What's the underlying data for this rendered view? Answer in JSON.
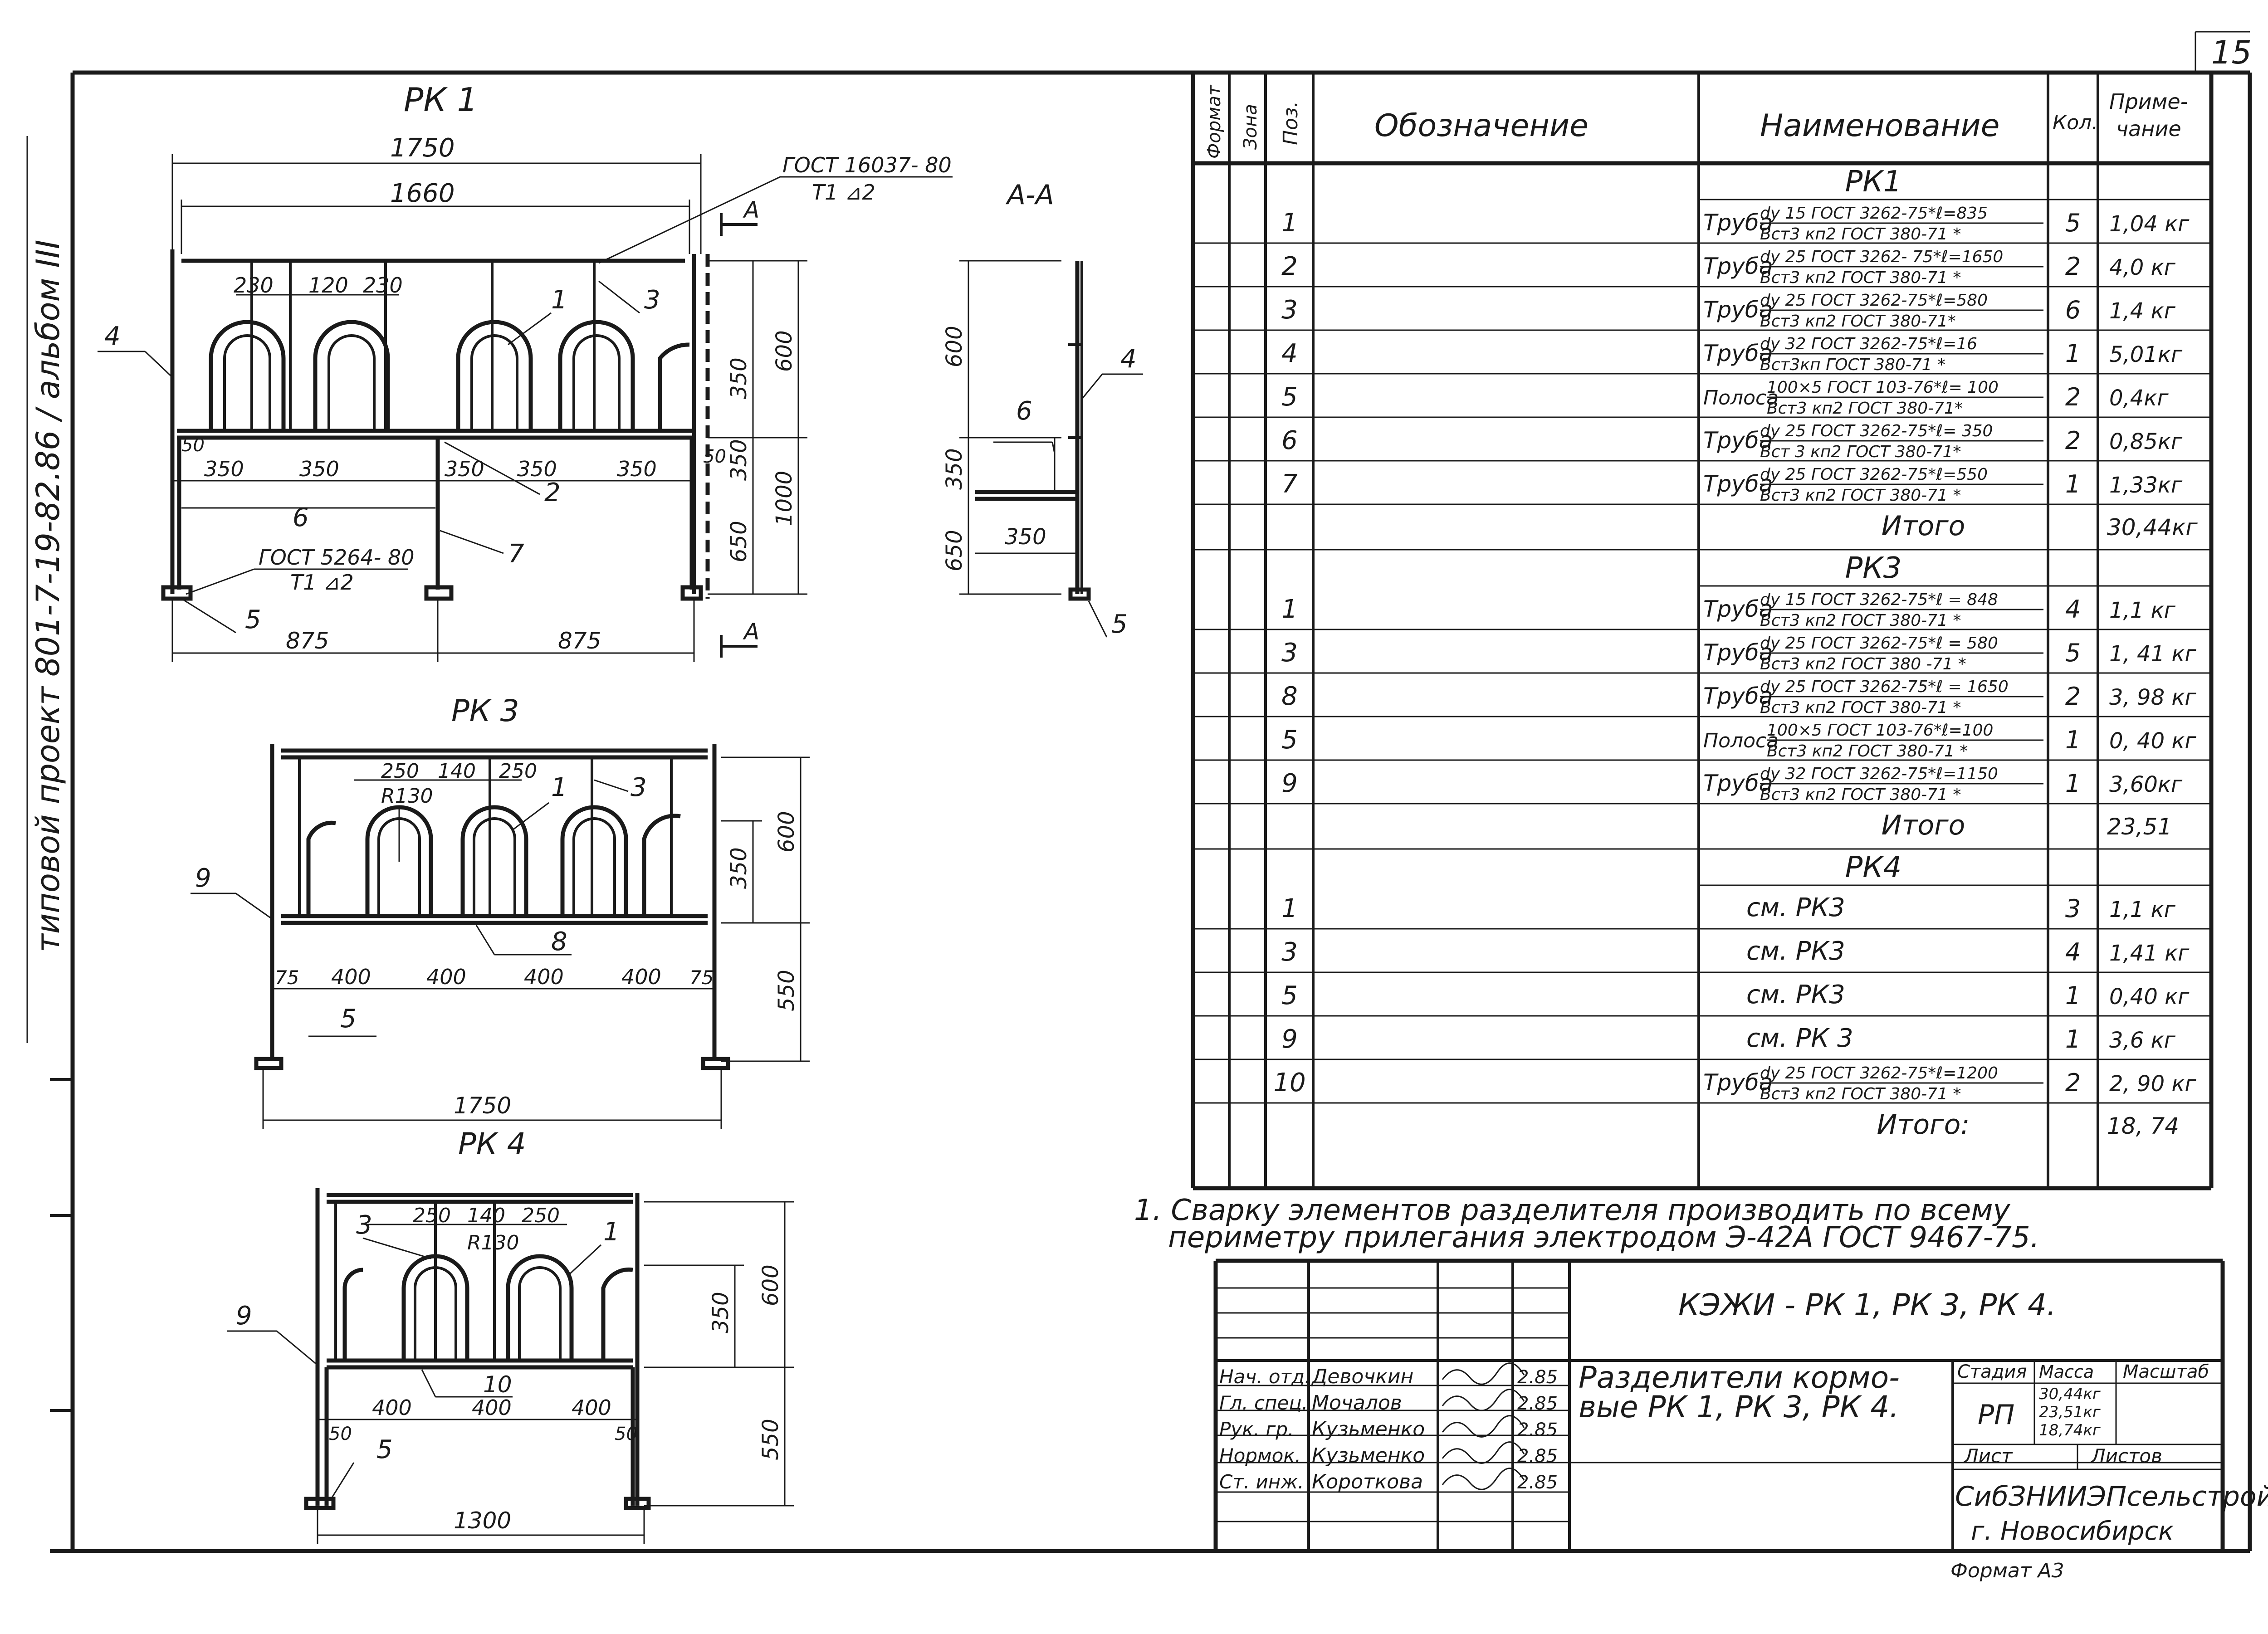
{
  "sheet_number": "15",
  "side_stamp": "типовой проект 801-7-19-82.86 / альбом III",
  "views": {
    "rk1": {
      "title": "РК 1",
      "dims_top": [
        "1750",
        "1660"
      ],
      "gost_weld_top": [
        "ГОСТ 16037- 80",
        "Т1 ⊿2"
      ],
      "dims_row1": [
        "230",
        "120",
        "230"
      ],
      "dims_row2": [
        "350",
        "350",
        "350",
        "350",
        "350"
      ],
      "dims_right": [
        "600",
        "350",
        "350",
        "1000",
        "650"
      ],
      "dims_bottom": [
        "875",
        "875"
      ],
      "dims_small": [
        "50",
        "50"
      ],
      "gost_weld_bottom": [
        "ГОСТ 5264- 80",
        "Т1 ⊿2"
      ],
      "callouts": [
        "1",
        "2",
        "3",
        "4",
        "5",
        "6",
        "7"
      ],
      "section_marks": [
        "А",
        "А"
      ]
    },
    "section_aa": {
      "title": "А-А",
      "dims": [
        "600",
        "350",
        "650",
        "350"
      ],
      "callouts": [
        "4",
        "5",
        "6"
      ]
    },
    "rk3": {
      "title": "РК 3",
      "dims_top": [
        "250",
        "140",
        "250"
      ],
      "radius": "R130",
      "dims_row": [
        "75",
        "400",
        "400",
        "400",
        "400",
        "75"
      ],
      "dims_right": [
        "600",
        "350",
        "550"
      ],
      "dim_bottom": "1750",
      "callouts": [
        "1",
        "3",
        "8",
        "9",
        "5"
      ]
    },
    "rk4": {
      "title": "РК 4",
      "dims_top": [
        "250",
        "140",
        "250"
      ],
      "radius": "R130",
      "dims_row": [
        "400",
        "400",
        "400"
      ],
      "dims_small": [
        "50",
        "50"
      ],
      "dims_right": [
        "600",
        "350",
        "550"
      ],
      "dim_bottom": "1300",
      "callouts": [
        "3",
        "1",
        "9",
        "10",
        "5"
      ]
    }
  },
  "spec_table": {
    "headers": {
      "format": "Формат",
      "zone": "Зона",
      "pos": "Поз.",
      "designation": "Обозначение",
      "name": "Наименование",
      "qty": "Кол.",
      "note": "Приме-чание"
    },
    "groups": [
      {
        "title": "РК1",
        "rows": [
          {
            "pos": "1",
            "type": "Труба",
            "top": "dy 15 ГОСТ 3262-75*ℓ=835",
            "bottom": "Вст3 кп2 ГОСТ 380-71 *",
            "qty": "5",
            "note": "1,04 кг"
          },
          {
            "pos": "2",
            "type": "Труба",
            "top": "dy 25 ГОСТ 3262- 75*ℓ=1650",
            "bottom": "Вст3 кп2 ГОСТ 380-71 *",
            "qty": "2",
            "note": "4,0 кг"
          },
          {
            "pos": "3",
            "type": "Труба",
            "top": "dy 25 ГОСТ 3262-75*ℓ=580",
            "bottom": "Вст3 кп2 ГОСТ 380-71*",
            "qty": "6",
            "note": "1,4 кг"
          },
          {
            "pos": "4",
            "type": "Труба",
            "top": "dy 32 ГОСТ 3262-75*ℓ=16",
            "bottom": "Вст3кп ГОСТ 380-71 *",
            "qty": "1",
            "note": "5,01кг"
          },
          {
            "pos": "5",
            "type": "Полоса",
            "top": "100×5 ГОСТ 103-76*ℓ= 100",
            "bottom": "Вст3 кп2 ГОСТ 380-71*",
            "qty": "2",
            "note": "0,4кг"
          },
          {
            "pos": "6",
            "type": "Труба",
            "top": "dy 25 ГОСТ 3262-75*ℓ= 350",
            "bottom": "Вст 3 кп2 ГОСТ 380-71*",
            "qty": "2",
            "note": "0,85кг"
          },
          {
            "pos": "7",
            "type": "Труба",
            "top": "dy 25 ГОСТ 3262-75*ℓ=550",
            "bottom": "Вст3 кп2 ГОСТ 380-71 *",
            "qty": "1",
            "note": "1,33кг"
          }
        ],
        "total_label": "Итого",
        "total": "30,44кг"
      },
      {
        "title": "РК3",
        "rows": [
          {
            "pos": "1",
            "type": "Труба",
            "top": "dy 15 ГОСТ 3262-75*ℓ = 848",
            "bottom": "Вст3 кп2 ГОСТ 380-71 *",
            "qty": "4",
            "note": "1,1 кг"
          },
          {
            "pos": "3",
            "type": "Труба",
            "top": "dy 25 ГОСТ 3262-75*ℓ = 580",
            "bottom": "Вст3 кп2 ГОСТ 380 -71 *",
            "qty": "5",
            "note": "1, 41 кг"
          },
          {
            "pos": "8",
            "type": "Труба",
            "top": "dy 25 ГОСТ 3262-75*ℓ = 1650",
            "bottom": "Вст3 кп2 ГОСТ 380-71 *",
            "qty": "2",
            "note": "3, 98 кг"
          },
          {
            "pos": "5",
            "type": "Полоса",
            "top": "100×5 ГОСТ 103-76*ℓ=100",
            "bottom": "Вст3 кп2 ГОСТ 380-71 *",
            "qty": "1",
            "note": "0, 40 кг"
          },
          {
            "pos": "9",
            "type": "Труба",
            "top": "dy 32 ГОСТ 3262-75*ℓ=1150",
            "bottom": "Вст3 кп2 ГОСТ 380-71 *",
            "qty": "1",
            "note": "3,60кг"
          }
        ],
        "total_label": "Итого",
        "total": "23,51"
      },
      {
        "title": "РК4",
        "rows": [
          {
            "pos": "1",
            "see": "см. РК3",
            "qty": "3",
            "note": "1,1 кг"
          },
          {
            "pos": "3",
            "see": "см. РК3",
            "qty": "4",
            "note": "1,41 кг"
          },
          {
            "pos": "5",
            "see": "см. РК3",
            "qty": "1",
            "note": "0,40 кг"
          },
          {
            "pos": "9",
            "see": "см. РК 3",
            "qty": "1",
            "note": "3,6 кг"
          },
          {
            "pos": "10",
            "type": "Труба",
            "top": "dy 25 ГОСТ 3262-75*ℓ=1200",
            "bottom": "Вст3 кп2 ГОСТ 380-71 *",
            "qty": "2",
            "note": "2, 90 кг"
          }
        ],
        "total_label": "Итого:",
        "total": "18, 74"
      }
    ]
  },
  "note": {
    "line1": "1. Сварку элементов разделителя производить по всему",
    "line2": "периметру прилегания электродом Э-42А ГОСТ 9467-75."
  },
  "title_block": {
    "code": "КЭЖИ - РК 1, РК 3, РК 4.",
    "description_line1": "Разделители кормо-",
    "description_line2": "вые РК 1, РК 3, РК 4.",
    "stage_label": "Стадия",
    "mass_label": "Масса",
    "scale_label": "Масштаб",
    "stage": "РП",
    "masses": [
      "30,44кг",
      "23,51кг",
      "18,74кг"
    ],
    "sheet_label": "Лист",
    "sheets_label": "Листов",
    "org_line1": "СибЗНИИЭПсельстрой",
    "org_line2": "г. Новосибирск",
    "format_label": "Формат А3",
    "staff": [
      {
        "role": "Нач. отд.",
        "name": "Девочкин",
        "date": "2.85"
      },
      {
        "role": "Гл. спец.",
        "name": "Мочалов",
        "date": "2.85"
      },
      {
        "role": "Рук. гр.",
        "name": "Кузьменко",
        "date": "2.85"
      },
      {
        "role": "Нормок.",
        "name": "Кузьменко",
        "date": "2.85"
      },
      {
        "role": "Ст. инж.",
        "name": "Короткова",
        "date": "2.85"
      }
    ]
  },
  "colors": {
    "ink": "#1a1a1a",
    "paper": "#ffffff"
  }
}
